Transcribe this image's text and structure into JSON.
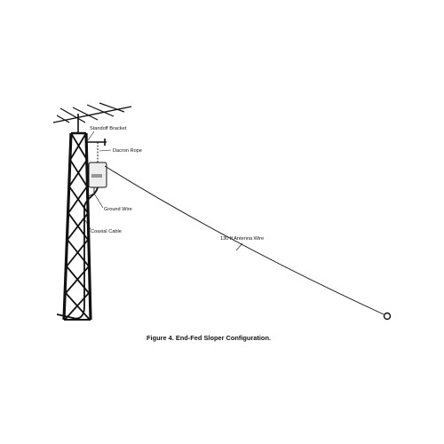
{
  "figure": {
    "caption": "Figure 4.  End-Fed Sloper Configuration.",
    "labels": {
      "standoff_bracket": "Standoff Bracket",
      "dacron_rope": "Dacron Rope",
      "ground_wire": "Ground Wire",
      "coaxial_cable": "Coaxial Cable",
      "antenna_wire": "130 ft Antenna Wire"
    }
  },
  "colors": {
    "ink": "#111111",
    "box_fill": "#eeeeee",
    "background": "#ffffff"
  }
}
